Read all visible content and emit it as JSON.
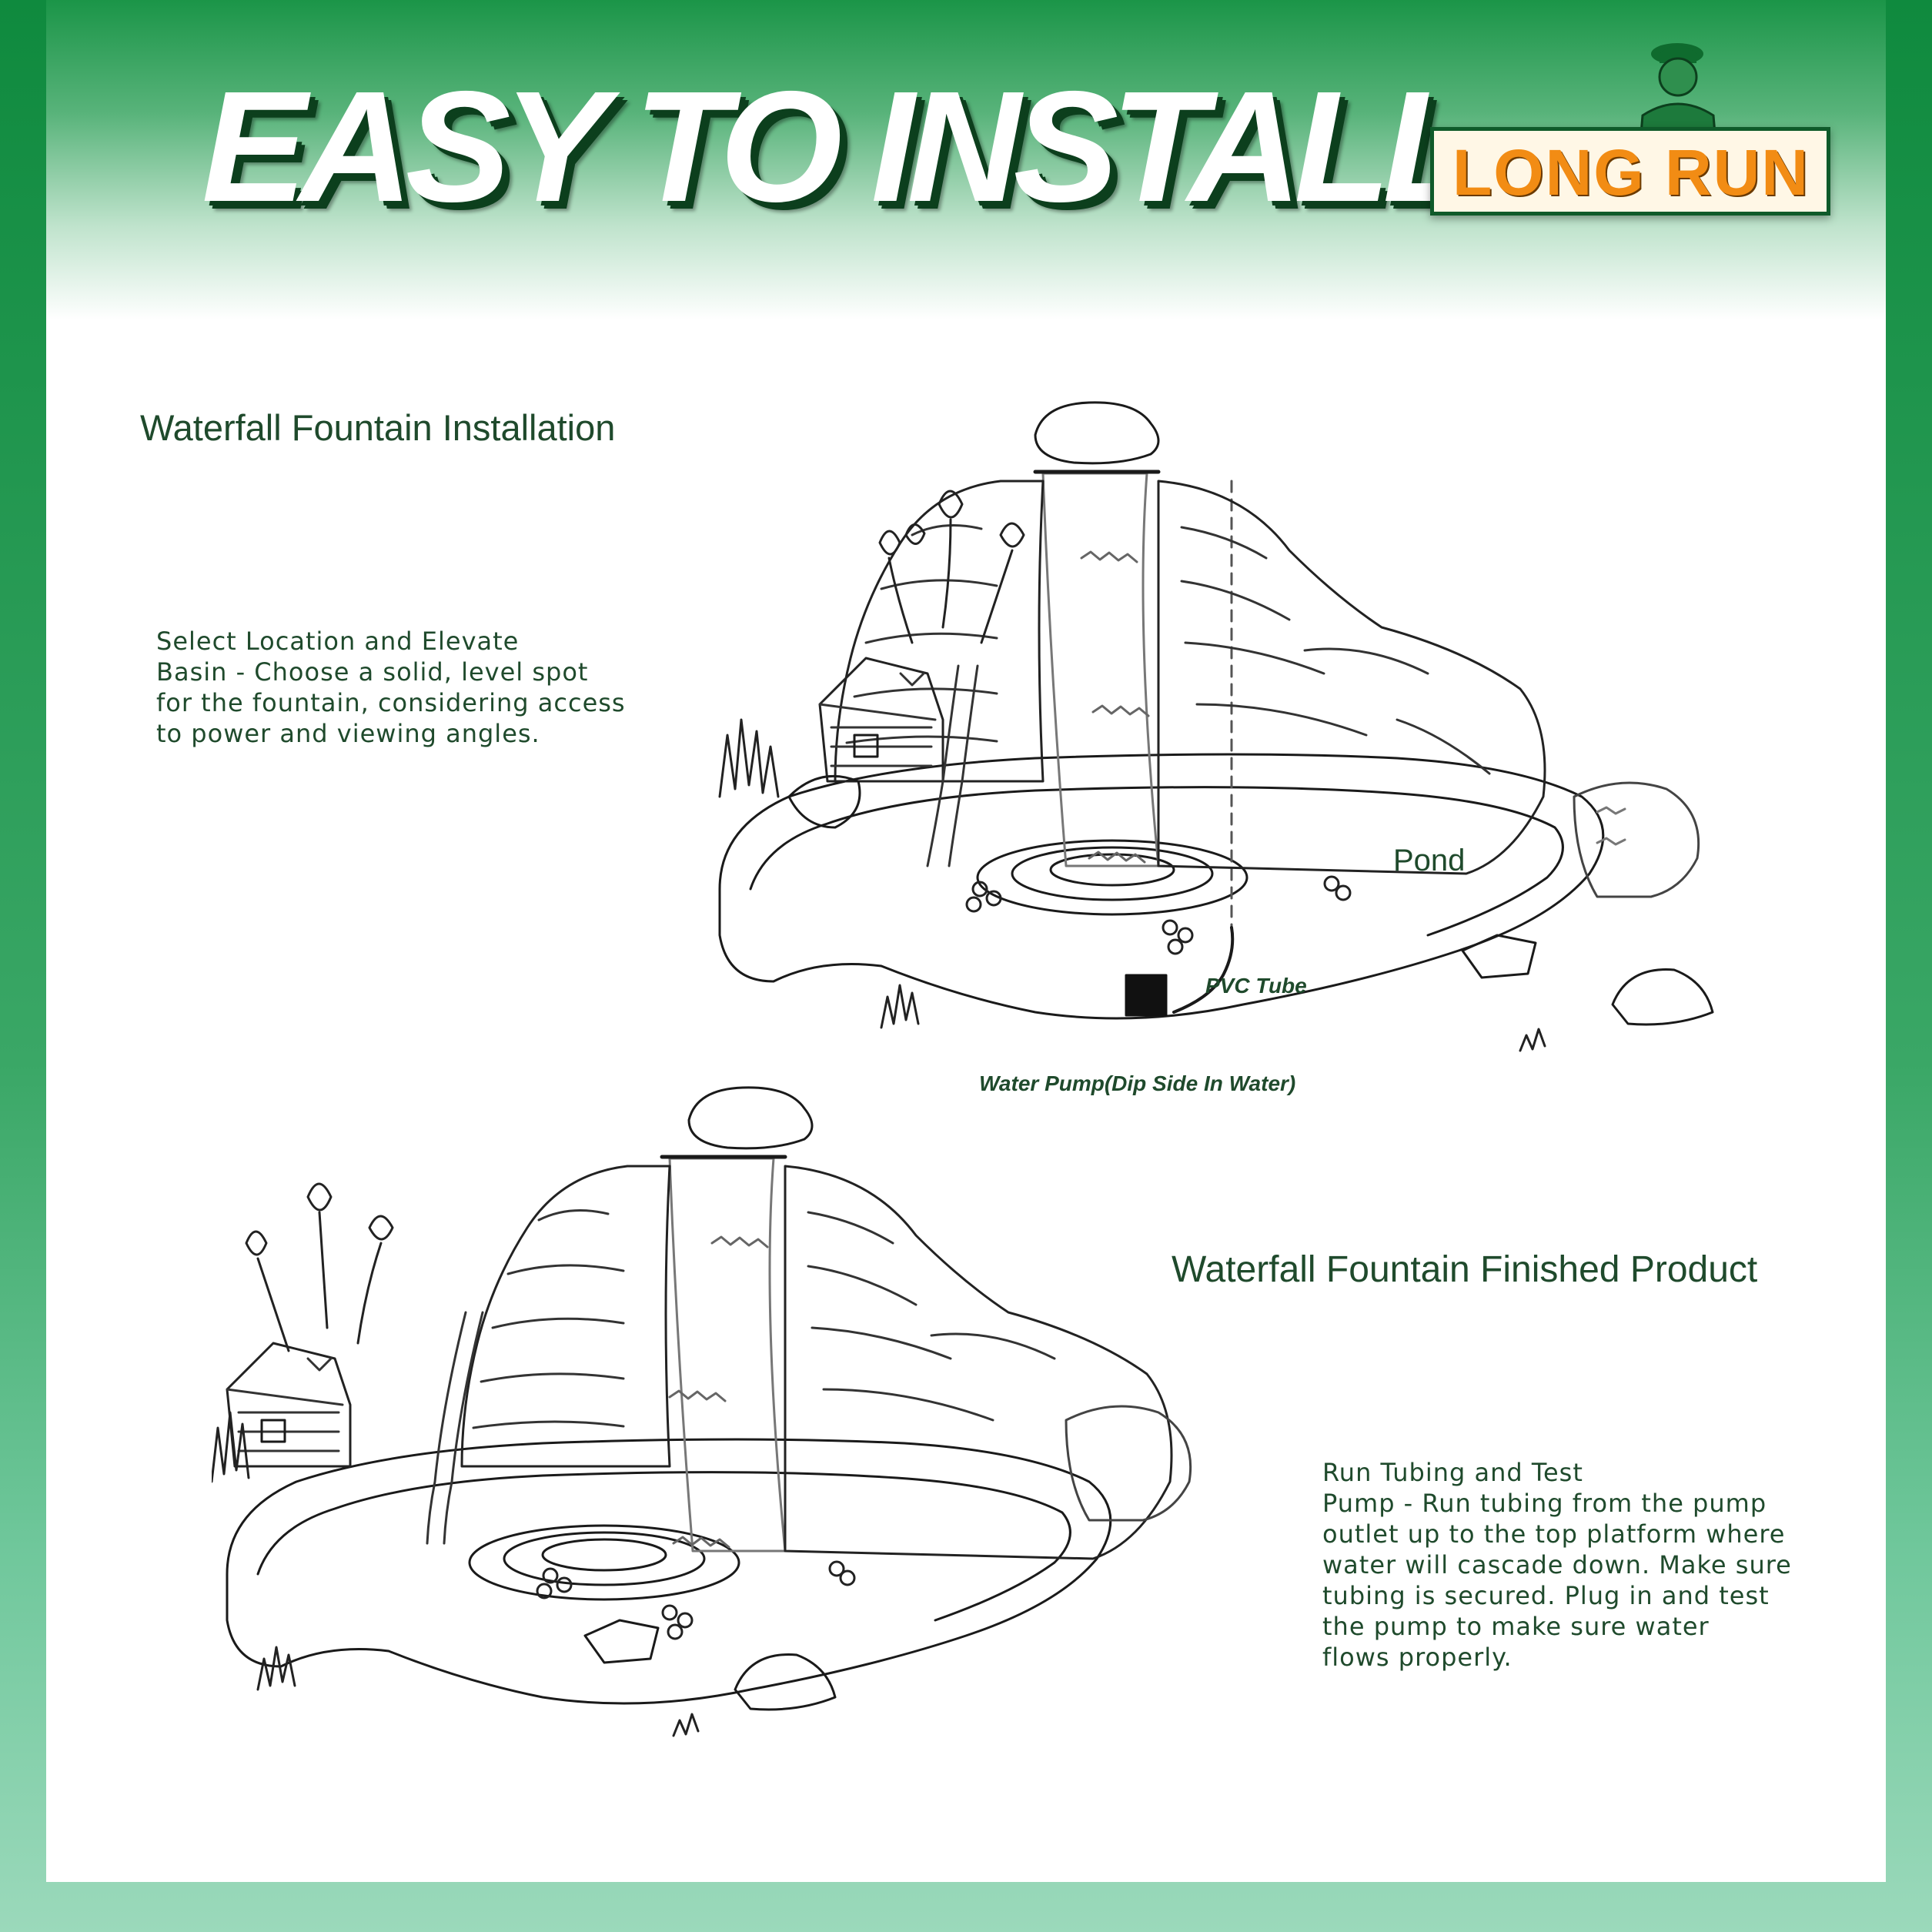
{
  "header": {
    "headline": "EASY TO INSTALL",
    "brand": "LONG RUN"
  },
  "colors": {
    "brand_green": "#0f8a3e",
    "dark_green": "#0c3f1d",
    "logo_orange": "#f28c14",
    "text_green": "#1f4a2c"
  },
  "installation": {
    "title": "Waterfall Fountain Installation",
    "description_lines": [
      "Select Location and Elevate",
      "Basin - Choose a solid, level spot",
      "for the fountain, considering access",
      "to power and viewing angles."
    ],
    "labels": {
      "pond": "Pond",
      "pvc_tube": "PVC Tube",
      "water_pump": "Water Pump(Dip Side In Water)"
    }
  },
  "finished": {
    "title": "Waterfall Fountain Finished Product",
    "description_lines": [
      "Run Tubing and Test",
      "Pump - Run tubing from the pump",
      "outlet up to the top platform where",
      "water will cascade down. Make sure",
      "tubing is secured. Plug in and test",
      "the pump to make sure water",
      "flows properly."
    ]
  }
}
